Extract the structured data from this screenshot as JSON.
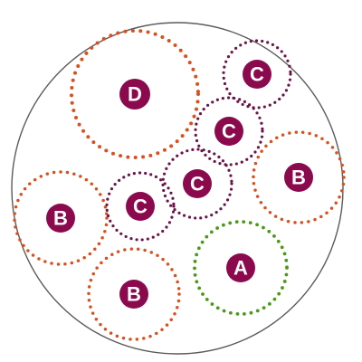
{
  "diagram": {
    "outer_circle_color": "#5b5b5b",
    "badge_color": "#8b0a4e",
    "badge_text_color": "#ffffff",
    "groups": [
      {
        "label": "D",
        "ring_color": "#d9501e",
        "dotted_ring": true
      },
      {
        "label": "C",
        "ring_color": "#6a1448",
        "dotted_ring": true
      },
      {
        "label": "C",
        "ring_color": "#6a1448",
        "dotted_ring": true
      },
      {
        "label": "B",
        "ring_color": "#d9501e",
        "dotted_ring": true
      },
      {
        "label": "C",
        "ring_color": "#6a1448",
        "dotted_ring": true
      },
      {
        "label": "B",
        "ring_color": "#d9501e",
        "dotted_ring": true
      },
      {
        "label": "C",
        "ring_color": "#6a1448",
        "dotted_ring": true
      },
      {
        "label": "A",
        "ring_color": "#4a9a1a",
        "dotted_ring": true
      },
      {
        "label": "B",
        "ring_color": "#d9501e",
        "dotted_ring": true
      }
    ]
  }
}
